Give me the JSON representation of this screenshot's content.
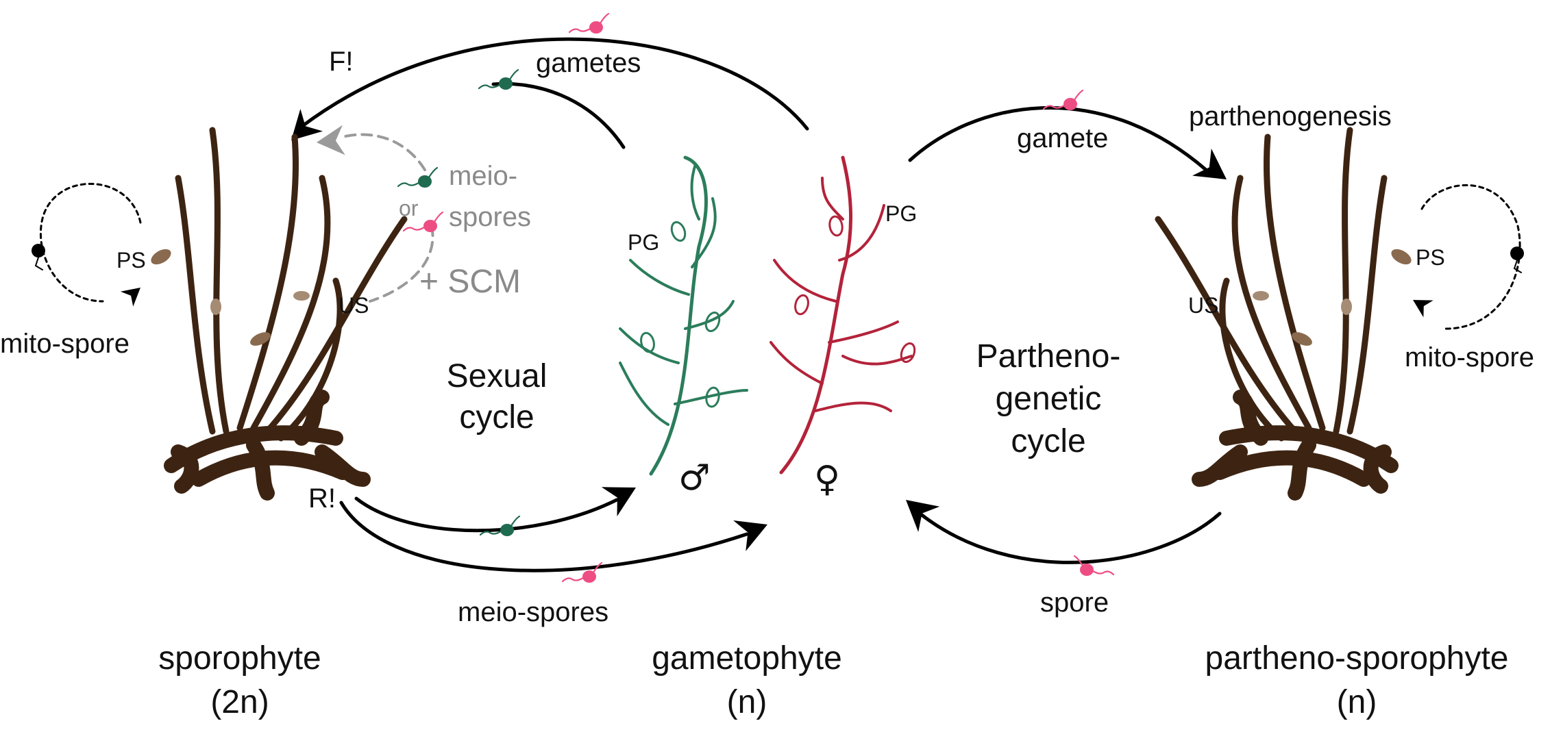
{
  "diagram": {
    "cycles": {
      "sexual": [
        "Sexual",
        "cycle"
      ],
      "parthenogenetic": [
        "Partheno-",
        "genetic",
        "cycle"
      ]
    },
    "stages": {
      "sporophyte": [
        "sporophyte",
        "(2n)"
      ],
      "gametophyte": [
        "gametophyte",
        "(n)"
      ],
      "partheno_sporophyte": [
        "partheno-sporophyte",
        "(n)"
      ]
    },
    "arrow_labels": {
      "gametes": "gametes",
      "fertilization": "F!",
      "gamete": "gamete",
      "parthenogenesis": "parthenogenesis",
      "meiospores_bottom": "meio-spores",
      "reduction": "R!",
      "spore": "spore",
      "mitospore_left": "mito-spore",
      "mitospore_right": "mito-spore"
    },
    "alternative_pathway": {
      "meio": "meio-",
      "spores": "spores",
      "or": "or",
      "scm": "+ SCM"
    },
    "structures": {
      "ps_left": "PS",
      "us_left": "US",
      "pg_male": "PG",
      "pg_female": "PG",
      "ps_right": "PS",
      "us_right": "US"
    },
    "symbols": {
      "male": "♂",
      "female": "♀"
    }
  },
  "colors": {
    "sporophyte_brown": "#3d2412",
    "male_green": "#2b7d5b",
    "female_red": "#b3233a",
    "spore_pink": "#ee4d84",
    "spore_green": "#1f6b50",
    "arrow_black": "#000000",
    "alt_gray": "#9a9a9a"
  }
}
